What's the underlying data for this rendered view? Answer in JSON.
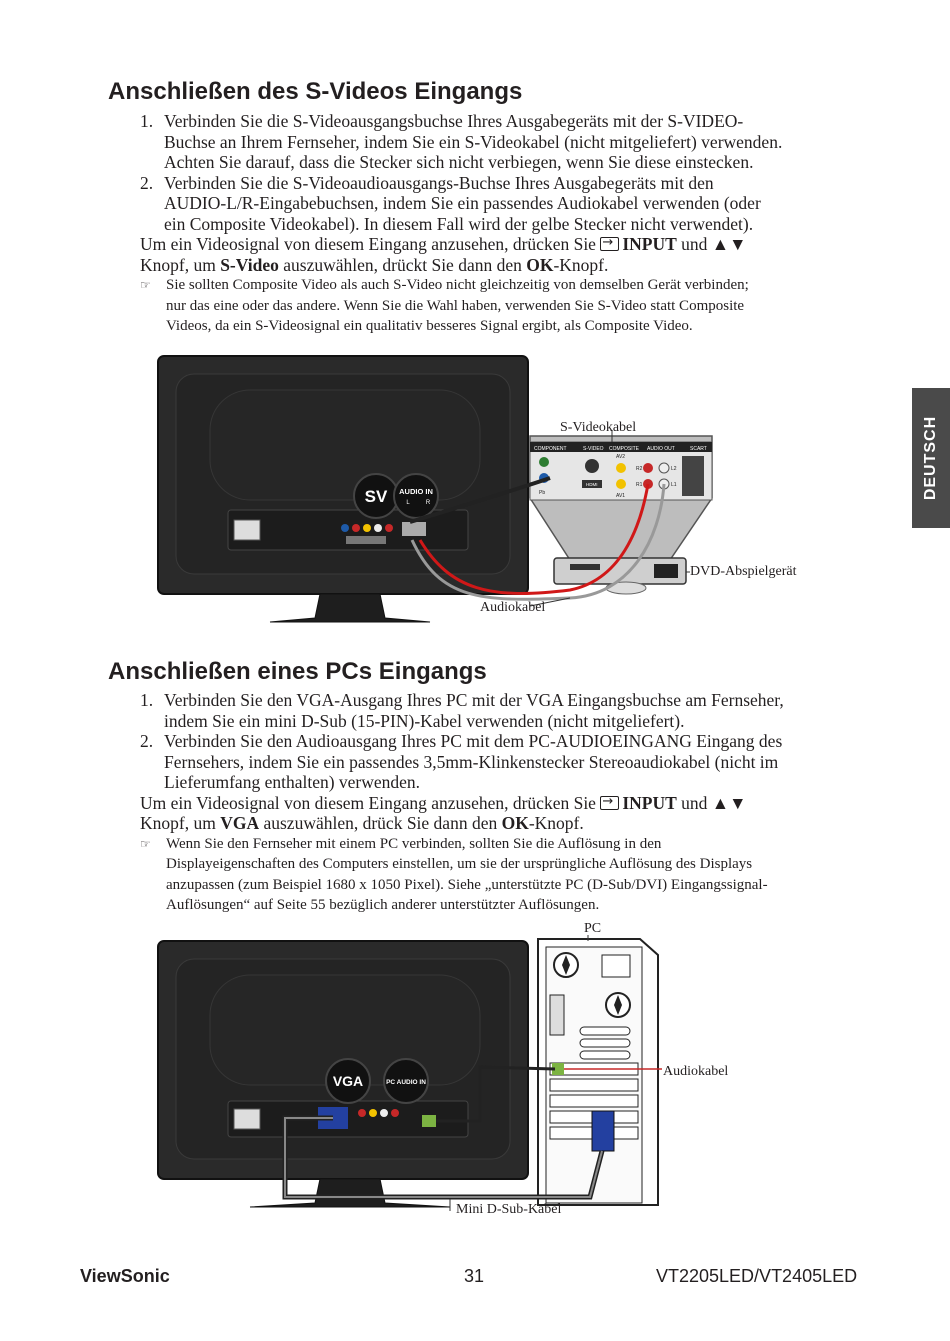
{
  "section1": {
    "title": "Anschließen des S-Videos Eingangs",
    "steps": [
      {
        "num": "1.",
        "lines": [
          "Verbinden Sie die S-Videoausgangsbuchse Ihres Ausgabegeräts mit der S-VIDEO-",
          "Buchse an Ihrem Fernseher, indem Sie ein S-Videokabel (nicht mitgeliefert) verwenden.",
          "Achten Sie darauf, dass die Stecker sich nicht verbiegen, wenn Sie diese einstecken."
        ]
      },
      {
        "num": "2.",
        "lines": [
          "Verbinden Sie die S-Videoaudioausgangs-Buchse Ihres Ausgabegeräts mit den",
          "AUDIO-L/R-Eingabebuchsen, indem Sie ein passendes Audiokabel verwenden (oder",
          "ein Composite Videokabel). In diesem Fall wird der gelbe Stecker nicht verwendet)."
        ]
      }
    ],
    "view_line1_pre": "Um ein Videosignal von diesem Eingang anzusehen, drücken Sie",
    "input_key": "INPUT",
    "view_line1_mid": "und",
    "arrows": "▲▼",
    "view_line2_pre": "Knopf, um",
    "source_key": "S-Video",
    "view_line2_mid": "auszuwählen, drückt Sie dann den",
    "ok_key": "OK",
    "view_line2_post": "-Knopf.",
    "note_lines": [
      "Sie sollten Composite Video als auch S-Video nicht gleichzeitig von demselben Gerät verbinden;",
      "nur das eine oder das andere. Wenn Sie die Wahl haben, verwenden Sie S-Video statt Composite",
      "Videos, da ein S-Videosignal ein qualitativ besseres Signal ergibt, als Composite Video."
    ],
    "diagram": {
      "label_svideo_cable": "S-Videokabel",
      "label_dvd": "DVD-Abspielgerät",
      "label_audio_cable": "Audiokabel",
      "badge_sv": "SV",
      "badge_audio_in": "AUDIO IN",
      "badge_l": "L",
      "badge_r": "R",
      "panel_labels": [
        "COMPONENT",
        "S-VIDEO",
        "COMPOSITE",
        "AUDIO OUT",
        "SCART"
      ],
      "panel_small": [
        "AV2",
        "HDMI",
        "AV1",
        "R2",
        "L2",
        "R1",
        "L1",
        "Pb"
      ]
    }
  },
  "section2": {
    "title": "Anschließen eines PCs Eingangs",
    "steps": [
      {
        "num": "1.",
        "lines": [
          "Verbinden Sie den VGA-Ausgang Ihres PC mit der VGA Eingangsbuchse am Fernseher,",
          "indem Sie ein mini D-Sub (15-PIN)-Kabel verwenden (nicht mitgeliefert)."
        ]
      },
      {
        "num": "2.",
        "lines": [
          "Verbinden Sie den Audioausgang Ihres PC mit dem PC-AUDIOEINGANG Eingang des",
          "Fernsehers, indem Sie ein passendes 3,5mm-Klinkenstecker Stereoaudiokabel (nicht im",
          "Lieferumfang enthalten) verwenden."
        ]
      }
    ],
    "view_line1_pre": "Um ein Videosignal von diesem Eingang anzusehen, drücken Sie",
    "input_key": "INPUT",
    "view_line1_mid": "und",
    "arrows": "▲▼",
    "view_line2_pre": "Knopf, um",
    "source_key": "VGA",
    "view_line2_mid": "auszuwählen, drück Sie dann den",
    "ok_key": "OK",
    "view_line2_post": "-Knopf.",
    "note_lines": [
      "Wenn Sie den Fernseher mit einem PC verbinden, sollten Sie die Auflösung in den",
      "Displayeigenschaften des Computers einstellen, um sie der ursprüngliche Auflösung des Displays",
      "anzupassen (zum Beispiel 1680 x 1050 Pixel). Siehe „unterstützte PC (D-Sub/DVI) Eingangssignal-",
      "Auflösungen“ auf Seite 55 bezüglich anderer unterstützter Auflösungen."
    ],
    "diagram": {
      "label_pc": "PC",
      "label_audio_cable": "Audiokabel",
      "label_dsub": "Mini D-Sub-Kabel",
      "badge_vga": "VGA",
      "badge_pc_audio": "PC AUDIO IN"
    }
  },
  "side_tab": "DEUTSCH",
  "footer": {
    "brand": "ViewSonic",
    "page": "31",
    "model": "VT2205LED/VT2405LED"
  },
  "icons": {
    "input_icon": "input-source-icon",
    "note_icon": "pointing-hand-icon"
  }
}
